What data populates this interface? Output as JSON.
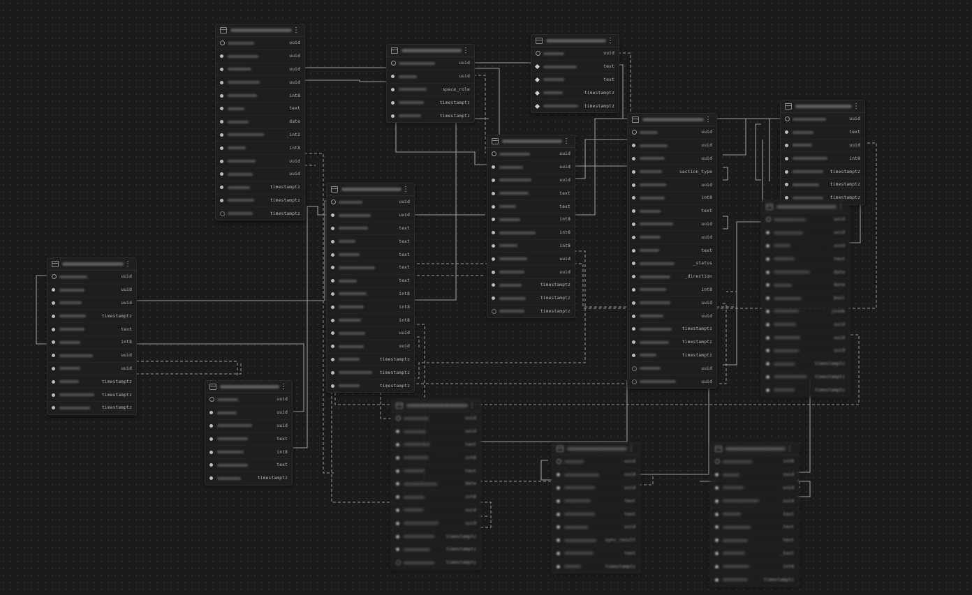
{
  "canvas": {
    "background": "#1b1b1b",
    "edge_color": "#9b9b9b"
  },
  "tables": [
    {
      "id": "t1",
      "blur": false,
      "columns": [
        {
          "icon": "pk",
          "type": "uuid"
        },
        {
          "icon": "fk",
          "type": "uuid"
        },
        {
          "icon": "fk",
          "type": "uuid"
        },
        {
          "icon": "fk",
          "type": "uuid"
        },
        {
          "icon": "fk",
          "type": "int8"
        },
        {
          "icon": "fk",
          "type": "text"
        },
        {
          "icon": "fk",
          "type": "date"
        },
        {
          "icon": "fk",
          "type": "_int2"
        },
        {
          "icon": "fk",
          "type": "int8"
        },
        {
          "icon": "fk",
          "type": "uuid"
        },
        {
          "icon": "fk",
          "type": "uuid"
        },
        {
          "icon": "fk",
          "type": "timestamptz"
        },
        {
          "icon": "fk",
          "type": "timestamptz"
        },
        {
          "icon": "n",
          "type": "timestamptz"
        }
      ]
    },
    {
      "id": "t2",
      "blur": false,
      "columns": [
        {
          "icon": "pk",
          "type": "uuid"
        },
        {
          "icon": "fk",
          "type": "uuid"
        },
        {
          "icon": "fk",
          "type": "space_role"
        },
        {
          "icon": "fk",
          "type": "timestamptz"
        },
        {
          "icon": "fk",
          "type": "timestamptz"
        }
      ]
    },
    {
      "id": "t3",
      "blur": false,
      "columns": [
        {
          "icon": "pk",
          "type": "uuid"
        },
        {
          "icon": "d",
          "type": "text"
        },
        {
          "icon": "d",
          "type": "text"
        },
        {
          "icon": "d",
          "type": "timestamptz"
        },
        {
          "icon": "d",
          "type": "timestamptz"
        }
      ]
    },
    {
      "id": "t4",
      "blur": false,
      "columns": [
        {
          "icon": "pk",
          "type": "uuid"
        },
        {
          "icon": "fk",
          "type": "uuid"
        },
        {
          "icon": "fk",
          "type": "uuid"
        },
        {
          "icon": "fk",
          "type": "text"
        },
        {
          "icon": "fk",
          "type": "text"
        },
        {
          "icon": "fk",
          "type": "int8"
        },
        {
          "icon": "fk",
          "type": "int8"
        },
        {
          "icon": "fk",
          "type": "int8"
        },
        {
          "icon": "fk",
          "type": "uuid"
        },
        {
          "icon": "fk",
          "type": "uuid"
        },
        {
          "icon": "fk",
          "type": "timestamptz"
        },
        {
          "icon": "fk",
          "type": "timestamptz"
        },
        {
          "icon": "n",
          "type": "timestamptz"
        }
      ]
    },
    {
      "id": "t5",
      "blur": false,
      "columns": [
        {
          "icon": "pk",
          "type": "uuid"
        },
        {
          "icon": "fk",
          "type": "uuid"
        },
        {
          "icon": "fk",
          "type": "uuid"
        },
        {
          "icon": "fk",
          "type": "saction_type"
        },
        {
          "icon": "fk",
          "type": "uuid"
        },
        {
          "icon": "fk",
          "type": "int8"
        },
        {
          "icon": "fk",
          "type": "text"
        },
        {
          "icon": "fk",
          "type": "uuid"
        },
        {
          "icon": "fk",
          "type": "uuid"
        },
        {
          "icon": "fk",
          "type": "text"
        },
        {
          "icon": "fk",
          "type": "_status"
        },
        {
          "icon": "fk",
          "type": "_direction"
        },
        {
          "icon": "fk",
          "type": "int8"
        },
        {
          "icon": "fk",
          "type": "uuid"
        },
        {
          "icon": "fk",
          "type": "uuid"
        },
        {
          "icon": "fk",
          "type": "timestamptz"
        },
        {
          "icon": "fk",
          "type": "timestamptz"
        },
        {
          "icon": "fk",
          "type": "timestamptz"
        },
        {
          "icon": "n",
          "type": "uuid"
        },
        {
          "icon": "n",
          "type": "uuid"
        }
      ]
    },
    {
      "id": "t6",
      "blur": false,
      "columns": [
        {
          "icon": "pk",
          "type": "uuid"
        },
        {
          "icon": "fk",
          "type": "text"
        },
        {
          "icon": "fk",
          "type": "uuid"
        },
        {
          "icon": "fk",
          "type": "int8"
        },
        {
          "icon": "fk",
          "type": "timestamptz"
        },
        {
          "icon": "fk",
          "type": "timestamptz"
        },
        {
          "icon": "fk",
          "type": "timestamptz"
        }
      ]
    },
    {
      "id": "t7",
      "blur": false,
      "columns": [
        {
          "icon": "pk",
          "type": "uuid"
        },
        {
          "icon": "fk",
          "type": "uuid"
        },
        {
          "icon": "fk",
          "type": "text"
        },
        {
          "icon": "fk",
          "type": "text"
        },
        {
          "icon": "fk",
          "type": "text"
        },
        {
          "icon": "fk",
          "type": "text"
        },
        {
          "icon": "fk",
          "type": "text"
        },
        {
          "icon": "fk",
          "type": "int8"
        },
        {
          "icon": "fk",
          "type": "int8"
        },
        {
          "icon": "fk",
          "type": "int8"
        },
        {
          "icon": "fk",
          "type": "uuid"
        },
        {
          "icon": "fk",
          "type": "uuid"
        },
        {
          "icon": "fk",
          "type": "timestamptz"
        },
        {
          "icon": "fk",
          "type": "timestamptz"
        },
        {
          "icon": "fk",
          "type": "timestamptz"
        }
      ]
    },
    {
      "id": "t8",
      "blur": false,
      "columns": [
        {
          "icon": "pk",
          "type": "uuid"
        },
        {
          "icon": "fk",
          "type": "uuid"
        },
        {
          "icon": "fk",
          "type": "uuid"
        },
        {
          "icon": "fk",
          "type": "timestamptz"
        },
        {
          "icon": "fk",
          "type": "text"
        },
        {
          "icon": "fk",
          "type": "int8"
        },
        {
          "icon": "fk",
          "type": "uuid"
        },
        {
          "icon": "fk",
          "type": "uuid"
        },
        {
          "icon": "fk",
          "type": "timestamptz"
        },
        {
          "icon": "fk",
          "type": "timestamptz"
        },
        {
          "icon": "fk",
          "type": "timestamptz"
        }
      ]
    },
    {
      "id": "t9",
      "blur": false,
      "columns": [
        {
          "icon": "pk",
          "type": "uuid"
        },
        {
          "icon": "fk",
          "type": "uuid"
        },
        {
          "icon": "fk",
          "type": "uuid"
        },
        {
          "icon": "fk",
          "type": "text"
        },
        {
          "icon": "fk",
          "type": "int8"
        },
        {
          "icon": "fk",
          "type": "text"
        },
        {
          "icon": "fk",
          "type": "timestamptz"
        }
      ]
    },
    {
      "id": "t10",
      "blur": true,
      "columns": [
        {
          "icon": "pk",
          "type": "uuid"
        },
        {
          "icon": "fk",
          "type": "uuid"
        },
        {
          "icon": "fk",
          "type": "uuid"
        },
        {
          "icon": "fk",
          "type": "text"
        },
        {
          "icon": "fk",
          "type": "date"
        },
        {
          "icon": "fk",
          "type": "date"
        },
        {
          "icon": "fk",
          "type": "bool"
        },
        {
          "icon": "fk",
          "type": "jsonb"
        },
        {
          "icon": "fk",
          "type": "uuid"
        },
        {
          "icon": "fk",
          "type": "uuid"
        },
        {
          "icon": "fk",
          "type": "uuid"
        },
        {
          "icon": "fk",
          "type": "timestamptz"
        },
        {
          "icon": "fk",
          "type": "timestamptz"
        },
        {
          "icon": "fk",
          "type": "timestamptz"
        }
      ]
    },
    {
      "id": "t11",
      "blur": true,
      "columns": [
        {
          "icon": "pk",
          "type": "uuid"
        },
        {
          "icon": "fk",
          "type": "uuid"
        },
        {
          "icon": "fk",
          "type": "text"
        },
        {
          "icon": "fk",
          "type": "int8"
        },
        {
          "icon": "fk",
          "type": "text"
        },
        {
          "icon": "fk",
          "type": "date"
        },
        {
          "icon": "fk",
          "type": "int8"
        },
        {
          "icon": "fk",
          "type": "uuid"
        },
        {
          "icon": "fk",
          "type": "uuid"
        },
        {
          "icon": "fk",
          "type": "timestamptz"
        },
        {
          "icon": "fk",
          "type": "timestamptz"
        },
        {
          "icon": "n",
          "type": "timestamptz"
        }
      ]
    },
    {
      "id": "t12",
      "blur": true,
      "columns": [
        {
          "icon": "pk",
          "type": "uuid"
        },
        {
          "icon": "fk",
          "type": "uuid"
        },
        {
          "icon": "fk",
          "type": "uuid"
        },
        {
          "icon": "fk",
          "type": "text"
        },
        {
          "icon": "fk",
          "type": "text"
        },
        {
          "icon": "fk",
          "type": "uuid"
        },
        {
          "icon": "fk",
          "type": "sync_result"
        },
        {
          "icon": "fk",
          "type": "text"
        },
        {
          "icon": "fk",
          "type": "timestamptz"
        }
      ]
    },
    {
      "id": "t13",
      "blur": true,
      "columns": [
        {
          "icon": "pk",
          "type": "int8"
        },
        {
          "icon": "fk",
          "type": "uuid"
        },
        {
          "icon": "fk",
          "type": "uuid"
        },
        {
          "icon": "fk",
          "type": "uuid"
        },
        {
          "icon": "fk",
          "type": "text"
        },
        {
          "icon": "fk",
          "type": "text"
        },
        {
          "icon": "fk",
          "type": "text"
        },
        {
          "icon": "fk",
          "type": "_text"
        },
        {
          "icon": "fk",
          "type": "int8"
        },
        {
          "icon": "fk",
          "type": "timestamptz"
        }
      ]
    }
  ]
}
